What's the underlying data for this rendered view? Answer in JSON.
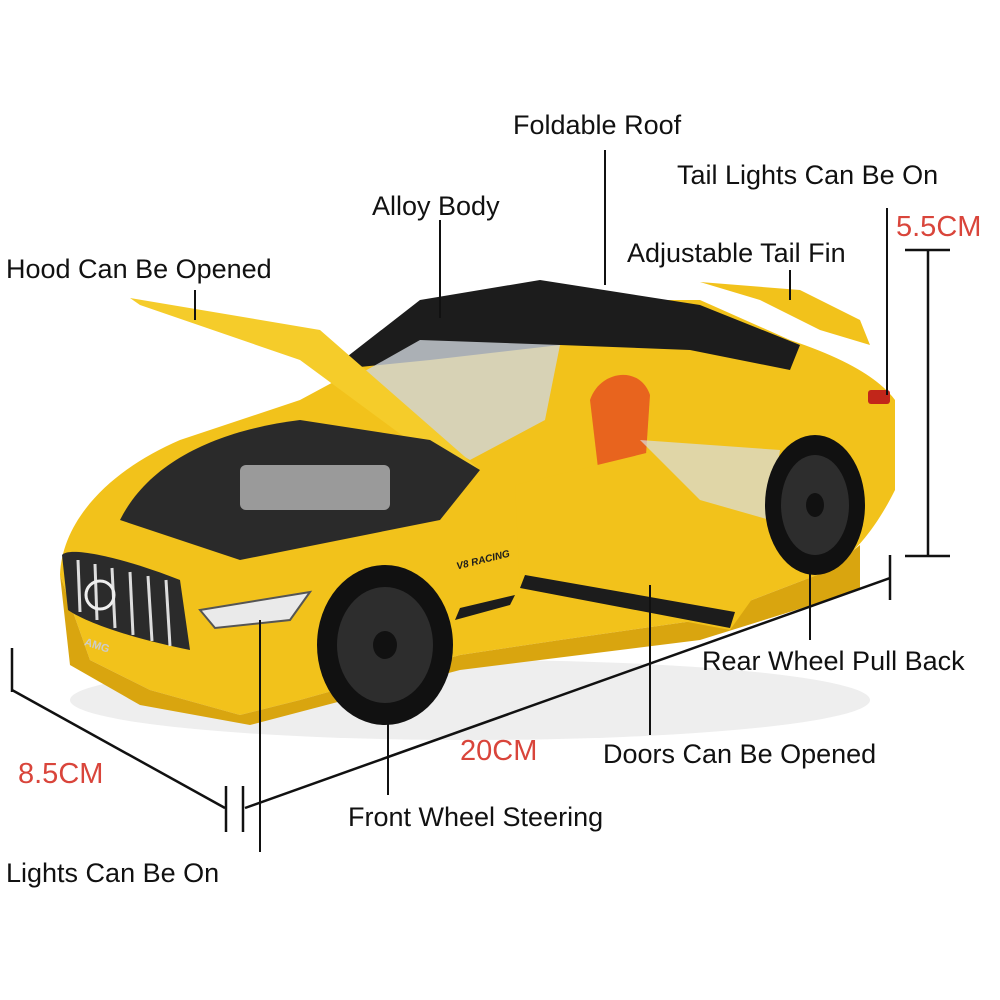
{
  "colors": {
    "body": "#F2C21B",
    "body_shade": "#D9A50F",
    "roof": "#1C1C1C",
    "interior": "#E8641E",
    "label_text": "#111111",
    "dimension_text": "#D9453B"
  },
  "labels": {
    "hood": "Hood Can Be Opened",
    "alloy": "Alloy Body",
    "roof": "Foldable Roof",
    "tail_lights": "Tail Lights Can Be On",
    "tail_fin": "Adjustable Tail Fin",
    "rear_wheel": "Rear Wheel Pull Back",
    "doors": "Doors Can Be Opened",
    "front_wheel": "Front Wheel Steering",
    "lights": "Lights Can Be On"
  },
  "dimensions": {
    "height": "5.5CM",
    "length": "20CM",
    "width": "8.5CM"
  },
  "badges": {
    "grille": "AMG",
    "decal": "V8 RACING"
  }
}
